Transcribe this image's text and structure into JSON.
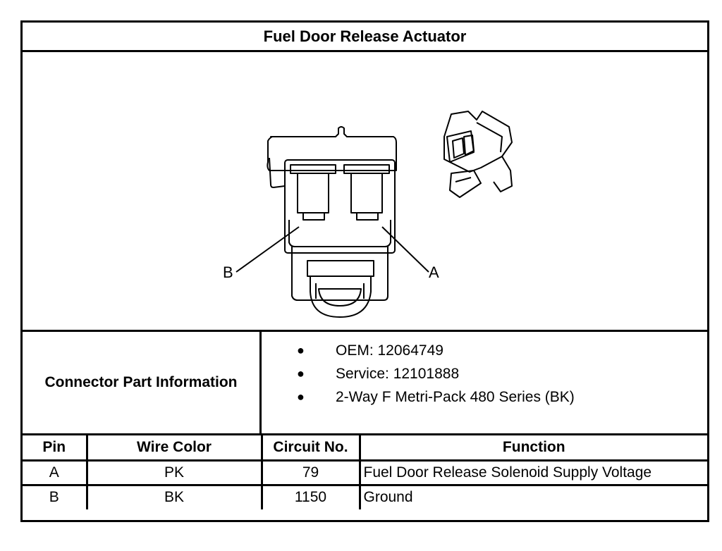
{
  "title": "Fuel Door Release Actuator",
  "diagram": {
    "pin_label_left": "B",
    "pin_label_right": "A"
  },
  "connector_info": {
    "label": "Connector Part Information",
    "items": [
      "OEM: 12064749",
      "Service: 12101888",
      "2-Way F Metri-Pack 480 Series (BK)"
    ]
  },
  "pin_table": {
    "headers": [
      "Pin",
      "Wire Color",
      "Circuit No.",
      "Function"
    ],
    "rows": [
      {
        "pin": "A",
        "wire_color": "PK",
        "circuit": "79",
        "function": "Fuel Door Release Solenoid Supply Voltage"
      },
      {
        "pin": "B",
        "wire_color": "BK",
        "circuit": "1150",
        "function": "Ground"
      }
    ]
  }
}
